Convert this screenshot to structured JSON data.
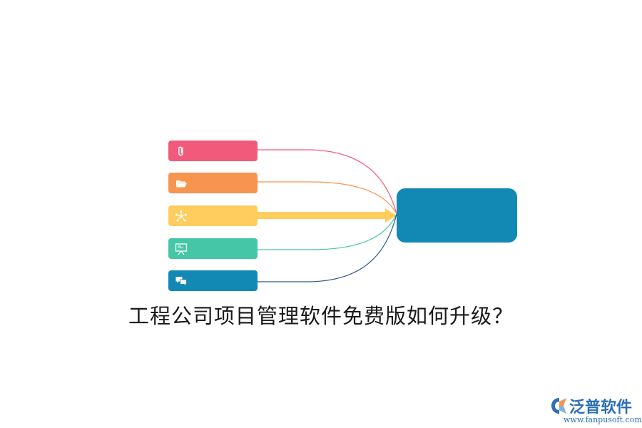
{
  "diagram": {
    "nodes": [
      {
        "id": "node-1",
        "icon": "paperclip-icon",
        "color": "#f15a7b",
        "label": ""
      },
      {
        "id": "node-2",
        "icon": "folder-open-icon",
        "color": "#f7944f",
        "label": ""
      },
      {
        "id": "node-3",
        "icon": "network-icon",
        "color": "#ffcd5e",
        "label": ""
      },
      {
        "id": "node-4",
        "icon": "presentation-icon",
        "color": "#44c6a7",
        "label": ""
      },
      {
        "id": "node-5",
        "icon": "chat-bubbles-icon",
        "color": "#1289b5",
        "label": ""
      }
    ],
    "hub": {
      "color": "#1289b5",
      "label": ""
    },
    "highlight_connector_color": "#ffcd5e"
  },
  "title": "工程公司项目管理软件免费版如何升级？",
  "brand": {
    "name": "泛普软件",
    "url": "www.fanpusoft.com",
    "color": "#2c6fb5"
  }
}
